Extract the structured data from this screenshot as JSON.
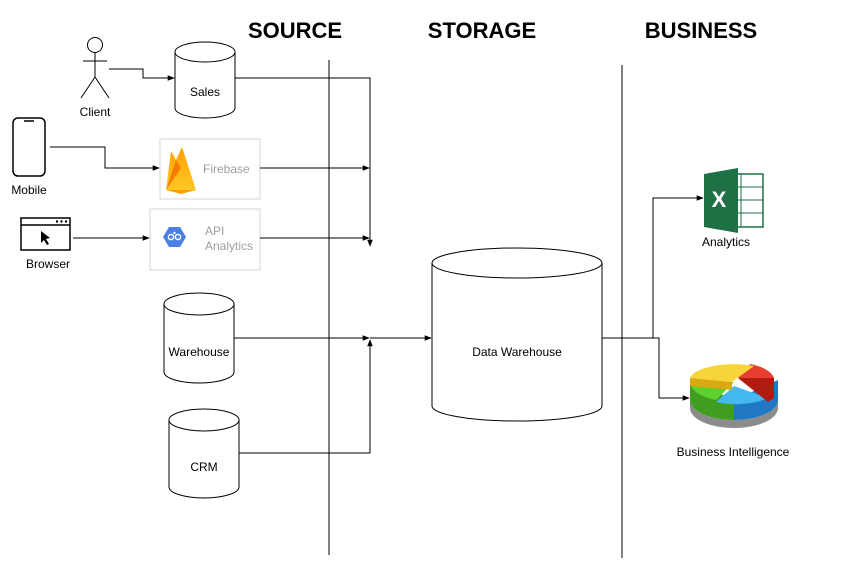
{
  "headings": {
    "source": "SOURCE",
    "storage": "STORAGE",
    "business": "BUSINESS"
  },
  "actors": {
    "client": "Client",
    "mobile": "Mobile",
    "browser": "Browser"
  },
  "databases": {
    "sales": "Sales",
    "warehouse": "Warehouse",
    "crm": "CRM",
    "data_warehouse": "Data Warehouse"
  },
  "services": {
    "firebase": "Firebase",
    "api_analytics_line1": "API",
    "api_analytics_line2": "Analytics"
  },
  "outputs": {
    "analytics": "Analytics",
    "business_intelligence": "Business Intelligence"
  },
  "icons": {
    "client": "person-icon",
    "mobile": "smartphone-icon",
    "browser": "browser-window-icon",
    "firebase": "firebase-flame-icon",
    "api_analytics": "api-analytics-hexagon-icon",
    "analytics": "excel-icon",
    "business_intelligence": "pie-chart-3d-icon"
  },
  "colors": {
    "firebase_yellow": "#FFCA28",
    "firebase_orange": "#F57C00",
    "api_blue": "#4A7FE5",
    "excel_green": "#1E7145"
  }
}
